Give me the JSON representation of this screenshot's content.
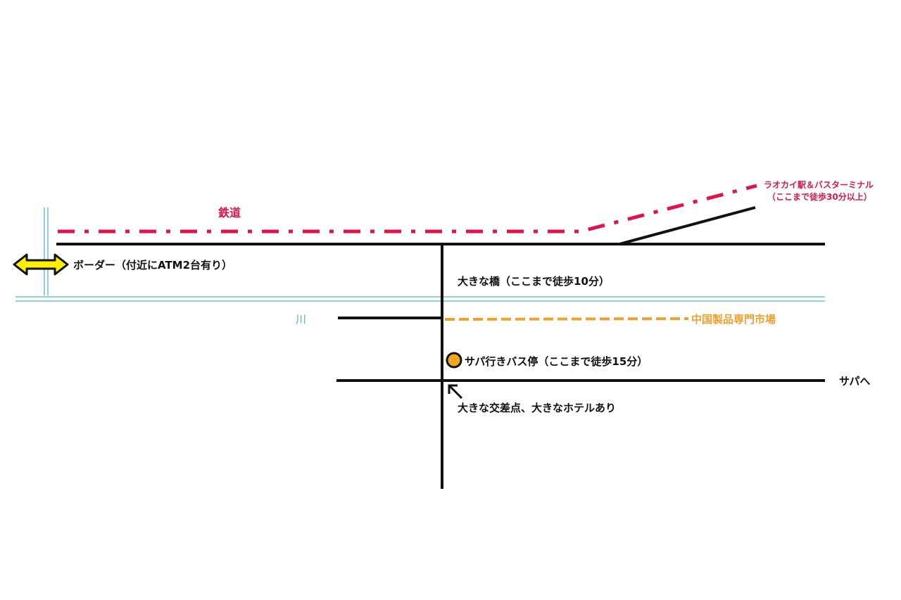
{
  "colors": {
    "railway": "#e0144a",
    "road": "#111111",
    "river": "#8fd0e0",
    "market": "#f0a030",
    "bus_stop": "#f0a820",
    "border_arrow": "#ffee00"
  },
  "labels": {
    "railway": "鉄道",
    "station_line1": "ラオカイ駅＆バスターミナル",
    "station_line2": "（ここまで徒歩30分以上）",
    "border": "ボーダー（付近にATM2台有り）",
    "bridge": "大きな橋（ここまで徒歩10分）",
    "river": "川",
    "market": "中国製品専門市場",
    "bus_stop": "サパ行きバス停（ここまで徒歩15分）",
    "to_sapa": "サパへ",
    "intersection": "大きな交差点、大きなホテルあり"
  },
  "icons": {
    "border": "double-arrow-icon",
    "bus_stop": "circle-marker-icon",
    "intersection": "arrow-up-left-icon"
  }
}
